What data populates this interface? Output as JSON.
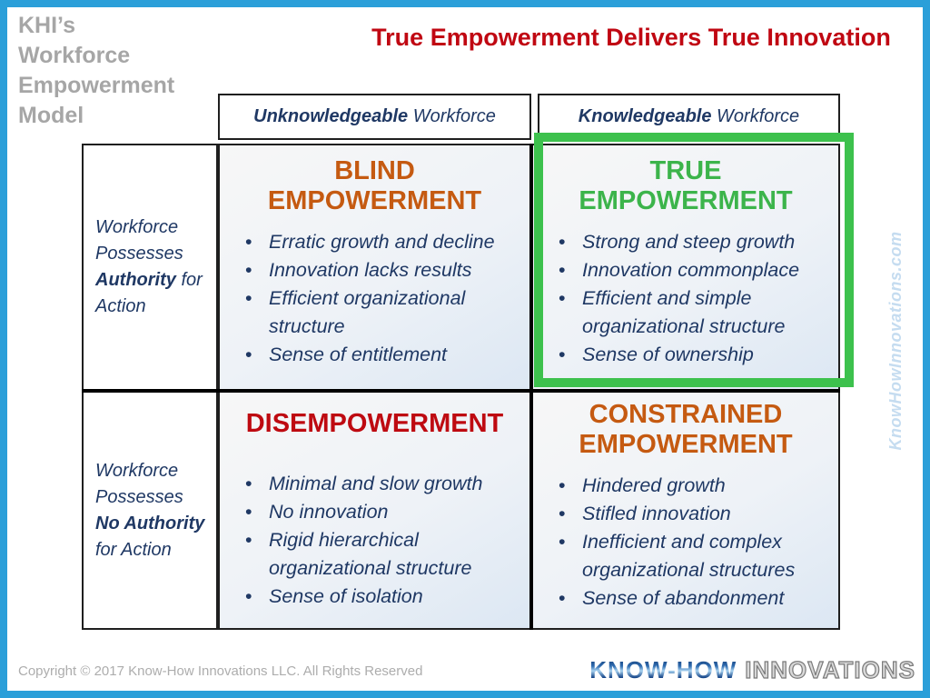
{
  "slide": {
    "model_label": {
      "lines": [
        "KHI’s",
        "Workforce",
        "Empowerment",
        "Model"
      ]
    },
    "title": "True Empowerment Delivers True Innovation",
    "watermark": "KnowHowInnovations.com",
    "copyright": "Copyright © 2017 Know-How Innovations LLC. All Rights Reserved",
    "logo": {
      "part1": "KNOW-HOW",
      "part2": "INNOVATIONS"
    }
  },
  "matrix": {
    "columns": [
      {
        "bold": "Unknowledgeable",
        "rest": " Workforce"
      },
      {
        "bold": "Knowledgeable",
        "rest": " Workforce"
      }
    ],
    "rows": [
      {
        "pre": "Workforce Possesses ",
        "bold": "Authority",
        "post": " for Action"
      },
      {
        "pre": "Workforce Possesses ",
        "bold": "No Authority",
        "post": " for Action"
      }
    ],
    "quadrants": {
      "blind": {
        "title_line1": "BLIND",
        "title_line2": "EMPOWERMENT",
        "bullets": [
          "Erratic growth and decline",
          "Innovation lacks results",
          "Efficient organizational structure",
          "Sense of entitlement"
        ]
      },
      "true": {
        "title_line1": "TRUE",
        "title_line2": "EMPOWERMENT",
        "bullets": [
          "Strong and steep growth",
          "Innovation commonplace",
          "Efficient and simple organizational structure",
          "Sense of ownership"
        ]
      },
      "disempowerment": {
        "title_line1": "DISEMPOWERMENT",
        "title_line2": "",
        "bullets": [
          "Minimal and slow growth",
          "No innovation",
          "Rigid hierarchical organizational structure",
          "Sense of isolation"
        ]
      },
      "constrained": {
        "title_line1": "CONSTRAINED",
        "title_line2": "EMPOWERMENT",
        "bullets": [
          "Hindered growth",
          "Stifled innovation",
          "Inefficient and complex organizational structures",
          "Sense of abandonment"
        ]
      }
    }
  },
  "colors": {
    "frame_blue": "#2B9FD9",
    "title_red": "#C00712",
    "quadrant_orange": "#C55A11",
    "quadrant_green": "#3CB44B",
    "highlight_green": "#3DC14D",
    "body_navy": "#1F3864",
    "label_gray": "#A6A6A6",
    "bullet_glyph": "•"
  }
}
